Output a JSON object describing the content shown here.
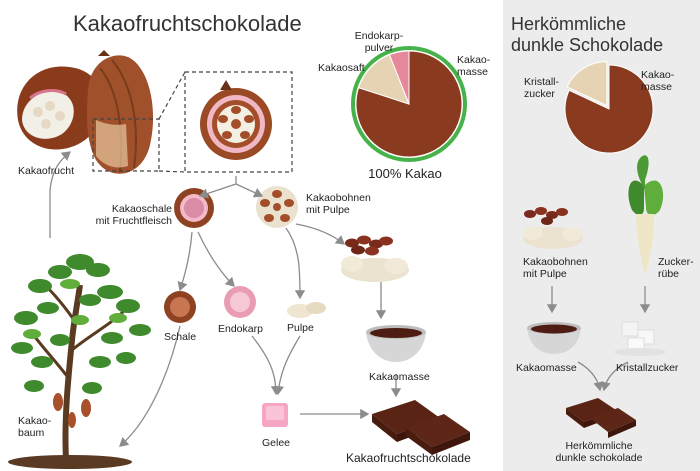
{
  "left_title": "Kakaofruchtschokolade",
  "right_title": "Herkömmliche\ndunkle Schokolade",
  "labels": {
    "kakaofrucht": "Kakaofrucht",
    "kakaoschale": "Kakaoschale\nmit Fruchtfleisch",
    "kakaobohnen": "Kakaobohnen\nmit Pulpe",
    "schale": "Schale",
    "endokarp": "Endokarp",
    "pulpe": "Pulpe",
    "kakaomasse": "Kakaomasse",
    "gelee": "Gelee",
    "baum": "Kakao-\nbaum",
    "final_left": "Kakaofruchtschokolade",
    "r_kakaobohnen": "Kakaobohnen\nmit Pulpe",
    "r_zuckerruebe": "Zucker-\nrübe",
    "r_kakaomasse": "Kakaomasse",
    "r_kristallzucker": "Kristallzucker",
    "final_right": "Herkömmliche\ndunkle schokolade"
  },
  "chart_data": [
    {
      "type": "pie",
      "title": "100% Kakao",
      "slices": [
        {
          "label": "Kakao-\nmasse",
          "value": 80
        },
        {
          "label": "Kakaosaft",
          "value": 14
        },
        {
          "label": "Endokarp-\npulver",
          "value": 6
        }
      ],
      "colors": [
        "#8a3a1e",
        "#e6d3b4",
        "#e4889a"
      ],
      "ring_color": "#46b24a"
    },
    {
      "type": "pie",
      "slices": [
        {
          "label": "Kakao-\nmasse",
          "value": 82
        },
        {
          "label": "Kristall-\nzucker",
          "value": 18
        }
      ],
      "colors": [
        "#8a3a1e",
        "#e6d3b4"
      ]
    }
  ],
  "colors": {
    "right_panel": "#ececec",
    "arrow": "#8c8c8c",
    "cocoa_dark": "#7a3a1e",
    "cocoa_mid": "#a2522c",
    "pink": "#f2b6c8",
    "leaf": "#3f8a2c",
    "chocolate": "#4a1e12"
  }
}
